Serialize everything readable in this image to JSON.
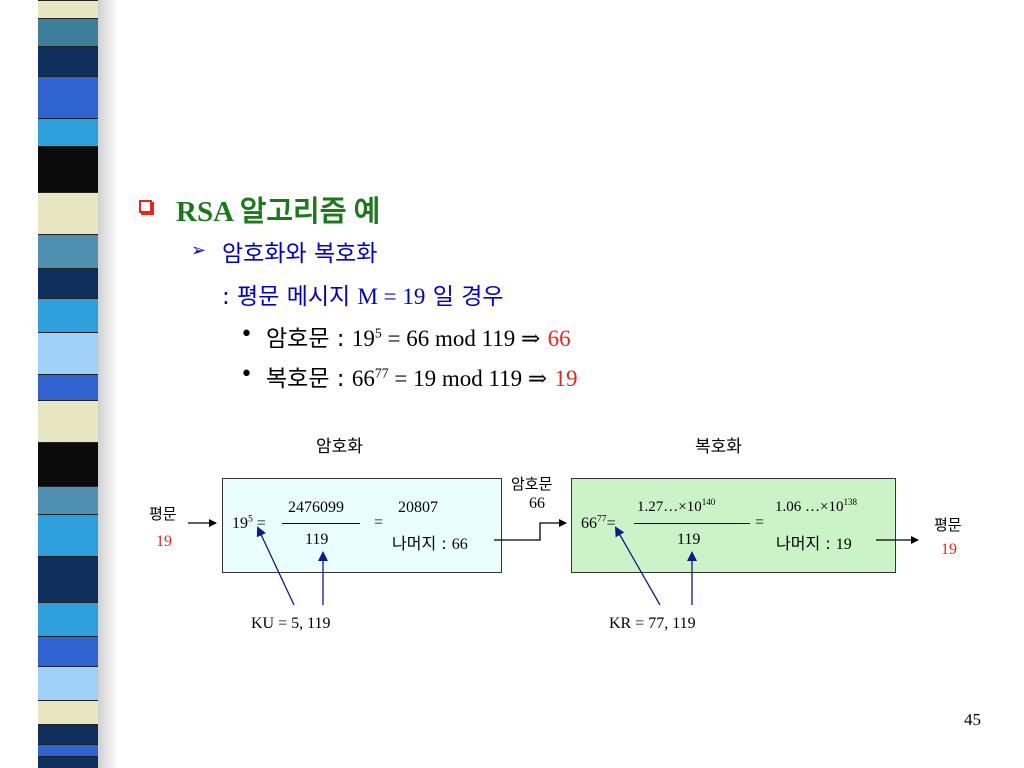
{
  "strip_colors": [
    "#e8e6c0",
    "#3d7f99",
    "#0f2f5c",
    "#2f63d0",
    "#2da0dc",
    "#0b0b0b",
    "#e8e6c0",
    "#4f8fb0",
    "#0f2f5c",
    "#2da0dc",
    "#9fd0f5",
    "#2f63d0",
    "#e8e6c0",
    "#0b0b0b",
    "#4f8fb0",
    "#2da0dc",
    "#0f2f5c",
    "#2da0dc",
    "#2f63d0",
    "#9fd0f5",
    "#e8e6c0",
    "#0f2f5c",
    "#2f63d0",
    "#0f2f5c"
  ],
  "slide": {
    "title": "RSA 알고리즘 예",
    "sub_heading": "암호화와 복호화",
    "condition_prefix": ": 평문 메시지 ",
    "condition_math": "M = 19",
    "condition_suffix": " 일 경우",
    "bullet1": {
      "label": "암호문 : ",
      "base": "19",
      "exp": "5",
      "rest": " = 66 mod 119 ",
      "arrow": "⇒",
      "result": "66"
    },
    "bullet2": {
      "label": "복호문 : ",
      "base": "66",
      "exp": "77",
      "rest": " = 19 mod 119 ",
      "arrow": "⇒",
      "result": "19"
    },
    "page_number": "45"
  },
  "diagram": {
    "enc_label": "암호화",
    "dec_label": "복호화",
    "plain_left_label": "평문",
    "plain_left_value": "19",
    "plain_right_label": "평문",
    "plain_right_value": "19",
    "cipher_label": "암호문",
    "cipher_value": "66",
    "enc": {
      "lhs_base": "19",
      "lhs_exp": "5",
      "eq": "=",
      "numerator": "2476099",
      "denominator": "119",
      "eq2": "=",
      "quotient": "20807",
      "remainder_label": "나머지 : ",
      "remainder_value": "66"
    },
    "dec": {
      "lhs_base": "66",
      "lhs_exp": "77",
      "eq": "=",
      "numerator": "1.27…×10",
      "numerator_exp": "140",
      "denominator": "119",
      "eq2": "=",
      "quotient": "1.06 …×10",
      "quotient_exp": "138",
      "remainder_label": "나머지 : ",
      "remainder_value": "19"
    },
    "ku_label": "KU = 5, 119",
    "kr_label": "KR = 77, 119"
  }
}
